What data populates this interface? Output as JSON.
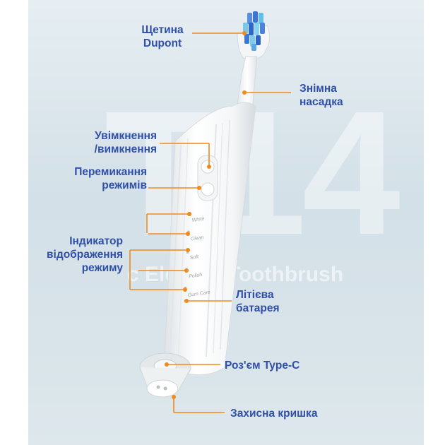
{
  "watermark": {
    "model": "T14",
    "subtitle": "c Electric Toothbrush"
  },
  "accent_color": "#f08a1c",
  "label_color": "#2f4fa8",
  "annotations": {
    "bristles": "Щетина\nDupont",
    "brush_head": "Знімна\nнасадка",
    "power": "Увімкнення\n/вимкнення",
    "mode_switch": "Перемикання\nрежимів",
    "mode_indicator": "Індикатор\nвідображення\nрежиму",
    "battery": "Літієва\nбатарея",
    "usb_port": "Роз'єм Type-C",
    "cap": "Захисна кришка"
  },
  "modes": [
    "White",
    "Clean",
    "Soft",
    "Polish",
    "Gum Care"
  ]
}
